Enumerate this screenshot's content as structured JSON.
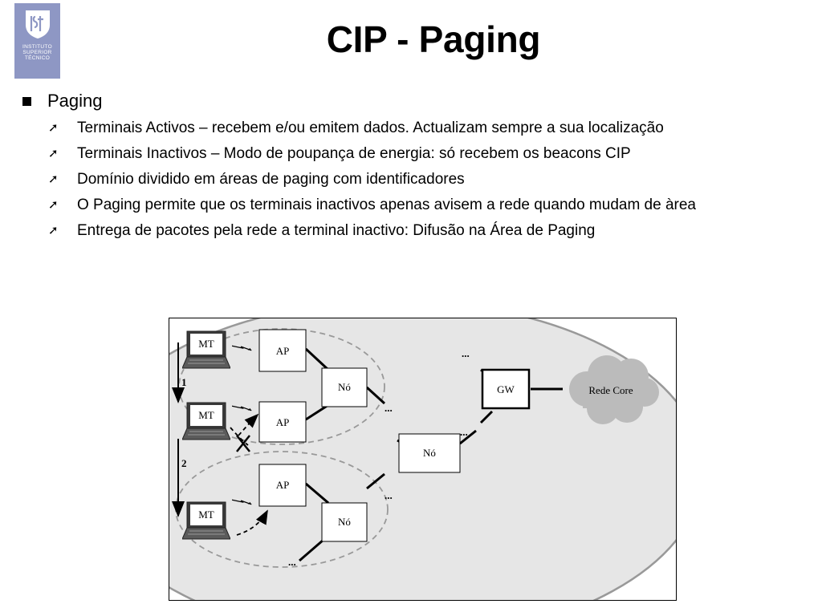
{
  "logo": {
    "lines": [
      "INSTITUTO",
      "SUPERIOR",
      "TÉCNICO"
    ],
    "monogram": "IST",
    "color": "#8e97c4"
  },
  "title": "CIP - Paging",
  "bullet": "Paging",
  "subitems": [
    "Terminais Activos – recebem e/ou emitem dados. Actualizam sempre a sua localização",
    "Terminais Inactivos – Modo de poupança de energia: só recebem os beacons CIP",
    "Domínio dividido em áreas de paging com identificadores",
    "O Paging permite que os terminais inactivos apenas avisem a rede quando mudam de àrea",
    "Entrega de pacotes pela rede a terminal inactivo: Difusão na Área de Paging"
  ],
  "diagram": {
    "mt": "MT",
    "ap": "AP",
    "no": "Nó",
    "gw": "GW",
    "core": "Rede Core",
    "step1": "1",
    "step2": "2",
    "dots": "..."
  }
}
